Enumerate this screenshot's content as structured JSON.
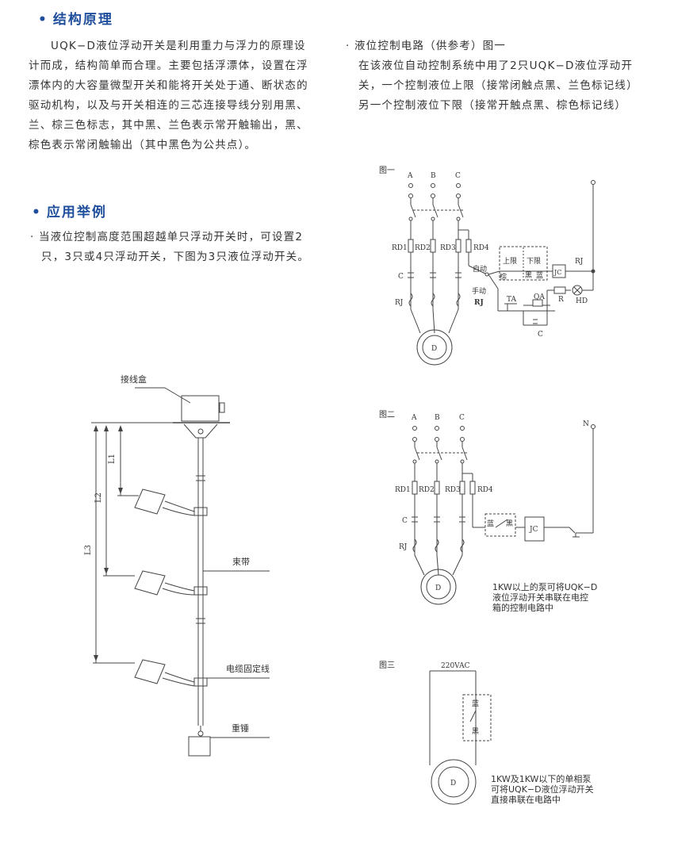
{
  "section1": {
    "bullet": "•",
    "title": "结构原理",
    "body": "UQK−D液位浮动开关是利用重力与浮力的原理设计而成，结构简单而合理。主要包括浮漂体，设置在浮漂体内的大容量微型开关和能将开关处于通、断状态的驱动机构，以及与开关相连的三芯连接导线分别用黑、兰、棕三色标志，其中黑、兰色表示常开触输出，黑、棕色表示常闭触输出（其中黑色为公共点）。"
  },
  "section2": {
    "bullet": "•",
    "title": "应用举例",
    "body": "· 当液位控制高度范围超越单只浮动开关时，可设置2只，3只或4只浮动开关，下图为3只液位浮动开关。"
  },
  "right_intro": {
    "heading": "· 液位控制电路（供参考）图一",
    "body": "在该液位自动控制系统中用了2只UQK−D液位浮动开关，一个控制液位上限（接常闭触点黑、兰色标记线）另一个控制液位下限（接常开触点黑、棕色标记线）"
  },
  "install_diagram": {
    "junction_box": "接线盒",
    "strap": "束带",
    "cable_fix": "电缆固定线",
    "weight": "重锤",
    "l1": "L1",
    "l2": "L2",
    "l3": "L3"
  },
  "fig1": {
    "label": "图一",
    "a": "A",
    "b": "B",
    "c": "C",
    "rd1": "RD1",
    "rd2": "RD2",
    "rd3": "RD3",
    "rd4": "RD4",
    "contactor": "C",
    "relay": "RJ",
    "motor": "D",
    "auto": "自动",
    "manual": "手动",
    "rj_switch": "RJ",
    "upper": "上限",
    "lower": "下限",
    "black": "黑",
    "blue": "蓝",
    "brown": "棕",
    "jc": "JC",
    "rj2": "RJ",
    "r": "R",
    "hd": "HD",
    "ta": "TA",
    "qa": "QA",
    "c2": "C"
  },
  "fig2": {
    "label": "图二",
    "a": "A",
    "b": "B",
    "c": "C",
    "n": "N",
    "rd1": "RD1",
    "rd2": "RD2",
    "rd3": "RD3",
    "rd4": "RD4",
    "contactor": "C",
    "relay": "RJ",
    "motor": "D",
    "blue": "蓝",
    "black": "黑",
    "jc": "JC",
    "note_lines": [
      "1KW以上的泵可将UQK−D",
      "液位浮动开关串联在电控",
      "箱的控制电路中"
    ]
  },
  "fig3": {
    "label": "图三",
    "voltage": "220VAC",
    "blue": "蓝",
    "black": "黑",
    "motor": "D",
    "note_lines": [
      "1KW及1KW以下的单相泵",
      "可将UQK−D液位浮动开关",
      "直接串联在电路中"
    ]
  }
}
